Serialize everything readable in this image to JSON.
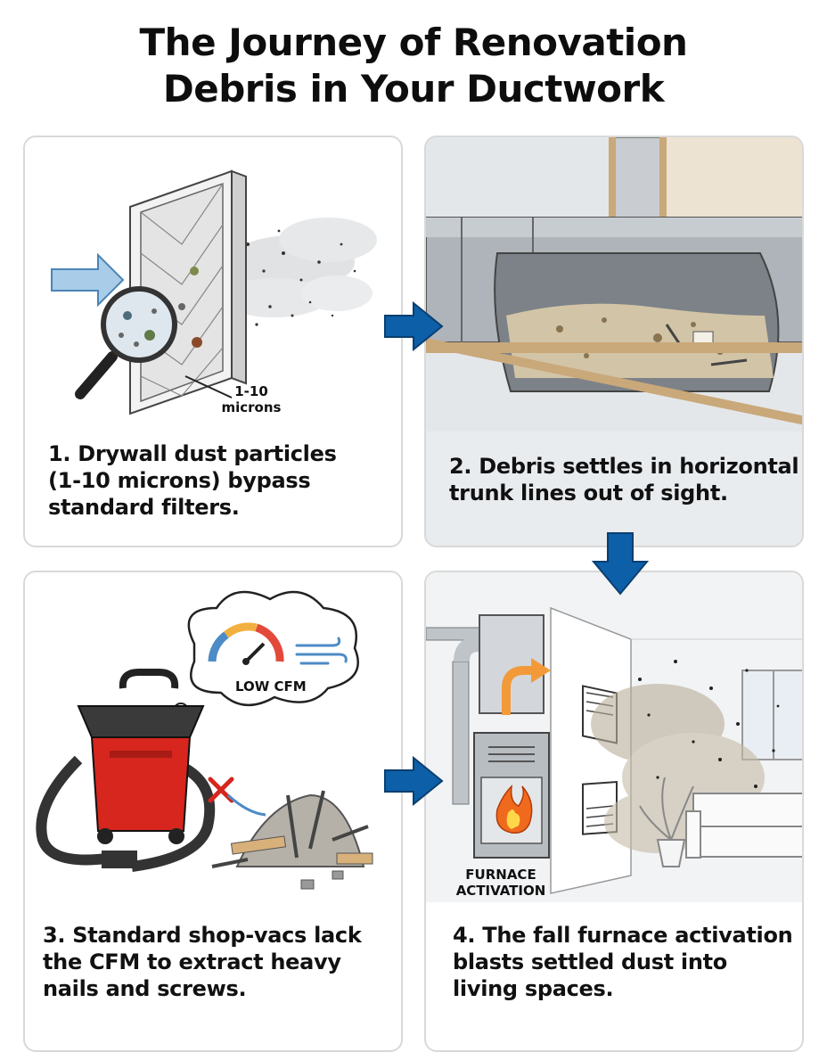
{
  "title": {
    "line1": "The Journey of Renovation",
    "line2": "Debris in Your Ductwork"
  },
  "steps": [
    {
      "caption_lines": [
        "1. Drywall dust particles",
        "(1-10 microns) bypass",
        "standard filters."
      ],
      "labels": {
        "size_line1": "1-10",
        "size_line2": "microns"
      }
    },
    {
      "caption_lines": [
        "2. Debris settles in horizontal",
        "trunk lines out of sight."
      ]
    },
    {
      "caption_lines": [
        "3. Standard shop-vacs lack",
        "the CFM to extract heavy",
        "nails and screws."
      ],
      "labels": {
        "gauge": "LOW CFM"
      }
    },
    {
      "caption_lines": [
        "4. The fall furnace activation",
        "blasts settled dust into",
        "living spaces."
      ],
      "labels": {
        "furnace_line1": "FURNACE",
        "furnace_line2": "ACTIVATION"
      }
    }
  ],
  "colors": {
    "arrow_blue": "#0d5fa8",
    "vac_red": "#d6261e",
    "panel_border": "#d9d9d9",
    "panel_gray": "#e9ecef"
  },
  "icons": [
    "air-flow-arrow-icon",
    "magnifier-icon",
    "filter-icon",
    "duct-icon",
    "shop-vac-icon",
    "gauge-icon",
    "x-mark-icon",
    "furnace-icon",
    "flame-icon",
    "vent-icon",
    "couch-icon",
    "plant-icon"
  ]
}
